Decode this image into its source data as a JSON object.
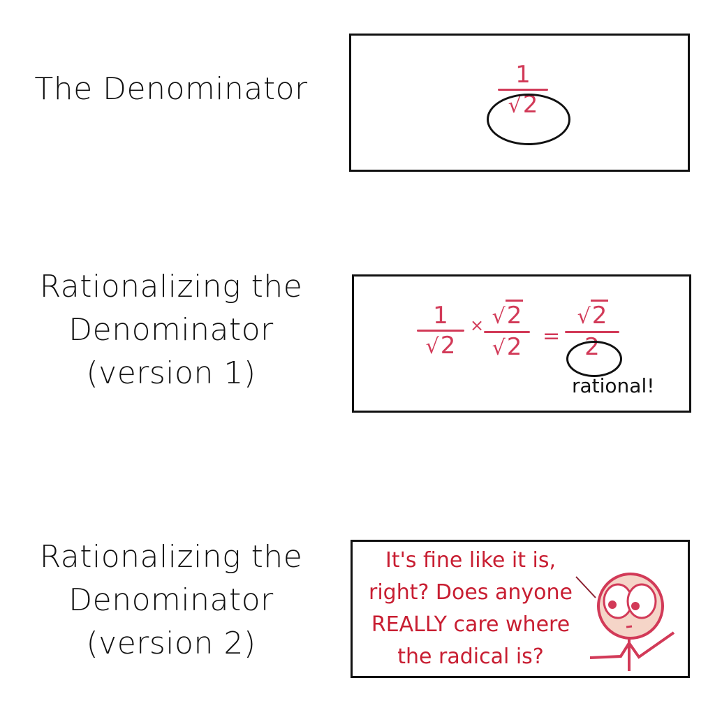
{
  "rows": [
    {
      "label_lines": [
        "The Denominator"
      ],
      "panel": {
        "numerator": "1",
        "denominator_radicand": "2",
        "denominator_symbol": "√",
        "circled": "denominator"
      }
    },
    {
      "label_lines": [
        "Rationalizing the",
        "Denominator",
        "(version 1)"
      ],
      "panel": {
        "term1": {
          "numerator": "1",
          "denominator": "√",
          "denominator_radicand": "2"
        },
        "times": "×",
        "term2": {
          "numerator": "√",
          "numerator_radicand": "2",
          "denominator": "√",
          "denominator_radicand": "2"
        },
        "equals": "=",
        "result": {
          "numerator": "√",
          "numerator_radicand": "2",
          "denominator": "2"
        },
        "annotation": "rational!"
      }
    },
    {
      "label_lines": [
        "Rationalizing the",
        "Denominator",
        "(version 2)"
      ],
      "panel": {
        "speech_lines": [
          "It's fine like it is,",
          "right? Does anyone",
          "REALLY care where",
          "the radical is?"
        ],
        "character": "stick-figure-big-eyes"
      }
    }
  ],
  "colors": {
    "ink": "#111111",
    "math_red": "#d23a58",
    "speech_red": "#c81e32",
    "face_fill": "#f5d5c8"
  }
}
